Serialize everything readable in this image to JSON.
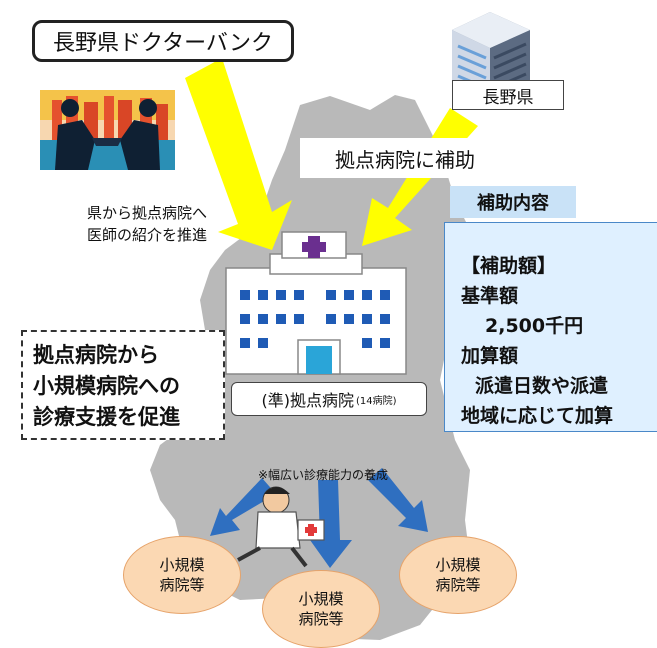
{
  "doctor_bank": {
    "label": "長野県ドクターバンク"
  },
  "prefecture": {
    "label": "長野県"
  },
  "subsidy_arrow_label": "拠点病院に補助",
  "subsidy_content": {
    "tab_label": "補助内容",
    "lines": [
      "【補助額】",
      "基準額",
      "2,500千円",
      "加算額",
      "派遣日数や派遣",
      "地域に応じて加算"
    ]
  },
  "intro_text": [
    "県から拠点病院へ",
    "医師の紹介を推進"
  ],
  "promote_box": [
    "拠点病院から",
    "小規模病院への",
    "診療支援を促進"
  ],
  "hub_hospital": {
    "main": "(準)拠点病院",
    "count": "(14病院)"
  },
  "note": "※幅広い診療能力の養成",
  "small_hospitals": [
    [
      "小規模",
      "病院等"
    ],
    [
      "小規模",
      "病院等"
    ],
    [
      "小規模",
      "病院等"
    ]
  ],
  "colors": {
    "arrow_yellow": "#ffff00",
    "arrow_blue": "#2f6fc0",
    "map_gray": "#b9b9b9",
    "panel_blue": "#dff0ff",
    "tab_blue": "#c9e2f7",
    "small_hospital_fill": "#fbd8b3"
  }
}
